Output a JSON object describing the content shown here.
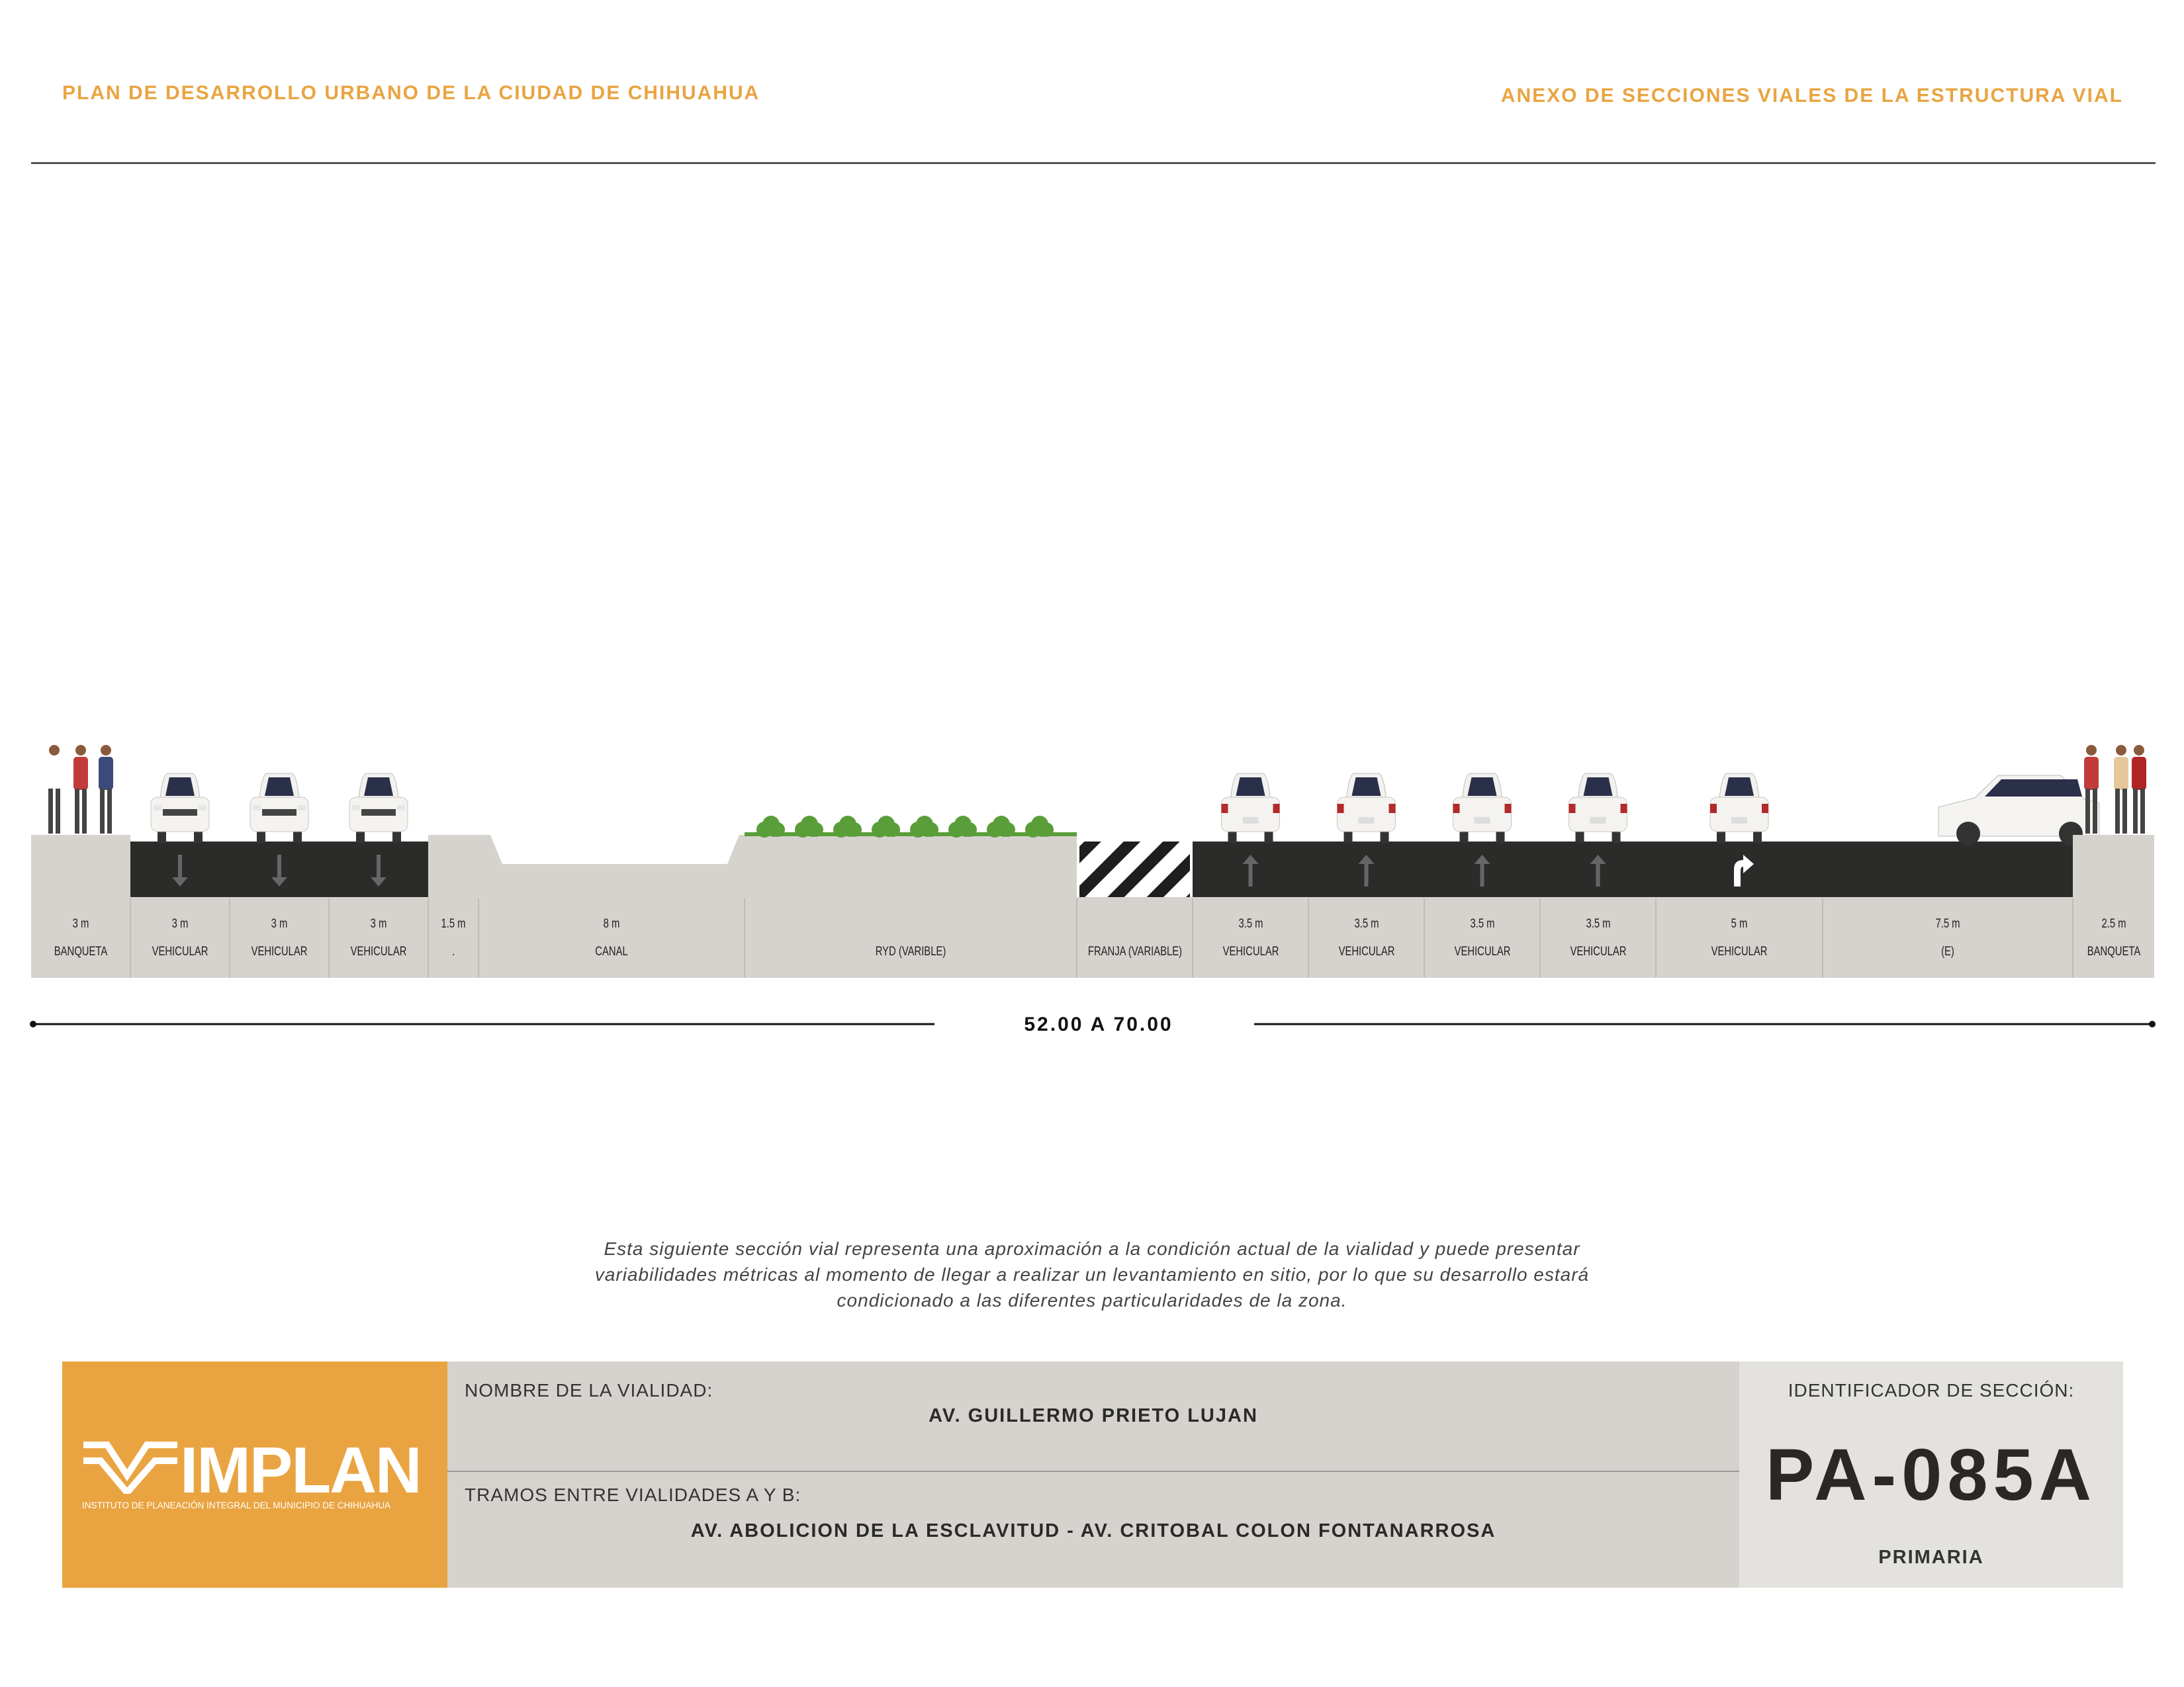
{
  "header": {
    "left_title": "PLAN DE DESARROLLO URBANO DE LA CIUDAD DE CHIHUAHUA",
    "right_title": "ANEXO DE SECCIONES VIALES DE LA ESTRUCTURA VIAL"
  },
  "section": {
    "segments": [
      {
        "width_label": "3 m",
        "type_label": "BANQUETA",
        "kind": "sidewalk"
      },
      {
        "width_label": "3 m",
        "type_label": "VEHICULAR",
        "kind": "lane",
        "direction": "down"
      },
      {
        "width_label": "3 m",
        "type_label": "VEHICULAR",
        "kind": "lane",
        "direction": "down"
      },
      {
        "width_label": "3 m",
        "type_label": "VEHICULAR",
        "kind": "lane",
        "direction": "down"
      },
      {
        "width_label": "1.5 m",
        "type_label": ".",
        "kind": "curb"
      },
      {
        "width_label": "8 m",
        "type_label": "CANAL",
        "kind": "canal"
      },
      {
        "width_label": "",
        "type_label": "RYD (VARIBLE)",
        "kind": "green"
      },
      {
        "width_label": "",
        "type_label": "FRANJA (VARIABLE)",
        "kind": "hatch"
      },
      {
        "width_label": "3.5 m",
        "type_label": "VEHICULAR",
        "kind": "lane",
        "direction": "up"
      },
      {
        "width_label": "3.5 m",
        "type_label": "VEHICULAR",
        "kind": "lane",
        "direction": "up"
      },
      {
        "width_label": "3.5 m",
        "type_label": "VEHICULAR",
        "kind": "lane",
        "direction": "up"
      },
      {
        "width_label": "3.5 m",
        "type_label": "VEHICULAR",
        "kind": "lane",
        "direction": "up"
      },
      {
        "width_label": "5 m",
        "type_label": "VEHICULAR",
        "kind": "lane",
        "direction": "turn-right"
      },
      {
        "width_label": "7.5 m",
        "type_label": "(E)",
        "kind": "parking"
      },
      {
        "width_label": "2.5 m",
        "type_label": "BANQUETA",
        "kind": "sidewalk"
      }
    ],
    "total_width": "52.00 A 70.00"
  },
  "disclaimer": "Esta siguiente sección vial representa una aproximación a la condición actual de la vialidad y puede presentar variabilidades métricas al momento de llegar a realizar un levantamiento en sitio, por lo que su desarrollo estará condicionado a las diferentes particularidades de la zona.",
  "title_block": {
    "logo_text": "IMPLAN",
    "logo_subtitle": "INSTITUTO DE PLANEACIÓN INTEGRAL DEL MUNICIPIO DE CHIHUAHUA",
    "name_label": "NOMBRE DE LA VIALIDAD:",
    "name_value": "AV. GUILLERMO PRIETO LUJAN",
    "tramos_label": "TRAMOS ENTRE VIALIDADES A Y B:",
    "tramos_value": "AV. ABOLICION DE LA ESCLAVITUD -  AV. CRITOBAL COLON FONTANARROSA",
    "id_label": "IDENTIFICADOR DE SECCIÓN:",
    "id_value": "PA-085A",
    "classification": "PRIMARIA"
  },
  "colors": {
    "accent": "#e9a441",
    "asphalt": "#2b2b29",
    "pavement": "#d6d2cd",
    "vegetation": "#5a9e3a"
  }
}
